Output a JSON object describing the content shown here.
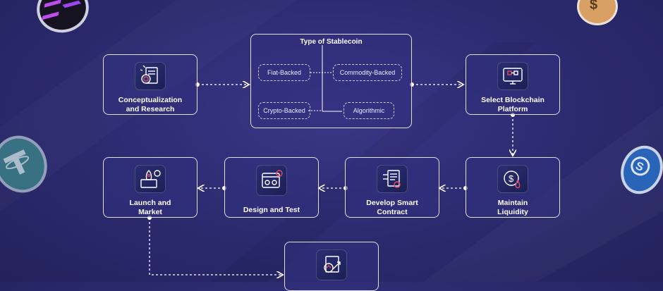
{
  "steps": {
    "concept": "Conceptualization\nand Research",
    "platform": "Select Blockchain\nPlatform",
    "liquidity": "Maintain\nLiquidity",
    "contract": "Develop Smart\nContract",
    "design": "Design and Test",
    "launch": "Launch and\nMarket"
  },
  "types": {
    "title": "Type of Stablecoin",
    "fiat": "Fiat-Backed",
    "commodity": "Commodity-Backed",
    "crypto": "Crypto-Backed",
    "algorithmic": "Algorithmic"
  },
  "colors": {
    "background": "#2b2a6e",
    "box_border": "#ffffff",
    "icon_accent": "#ffffff",
    "icon_highlight": "#e24b6a"
  },
  "coins": [
    "solana-coin-icon",
    "usdc-coin-icon",
    "tether-coin-icon",
    "usdc-blue-coin-icon"
  ]
}
